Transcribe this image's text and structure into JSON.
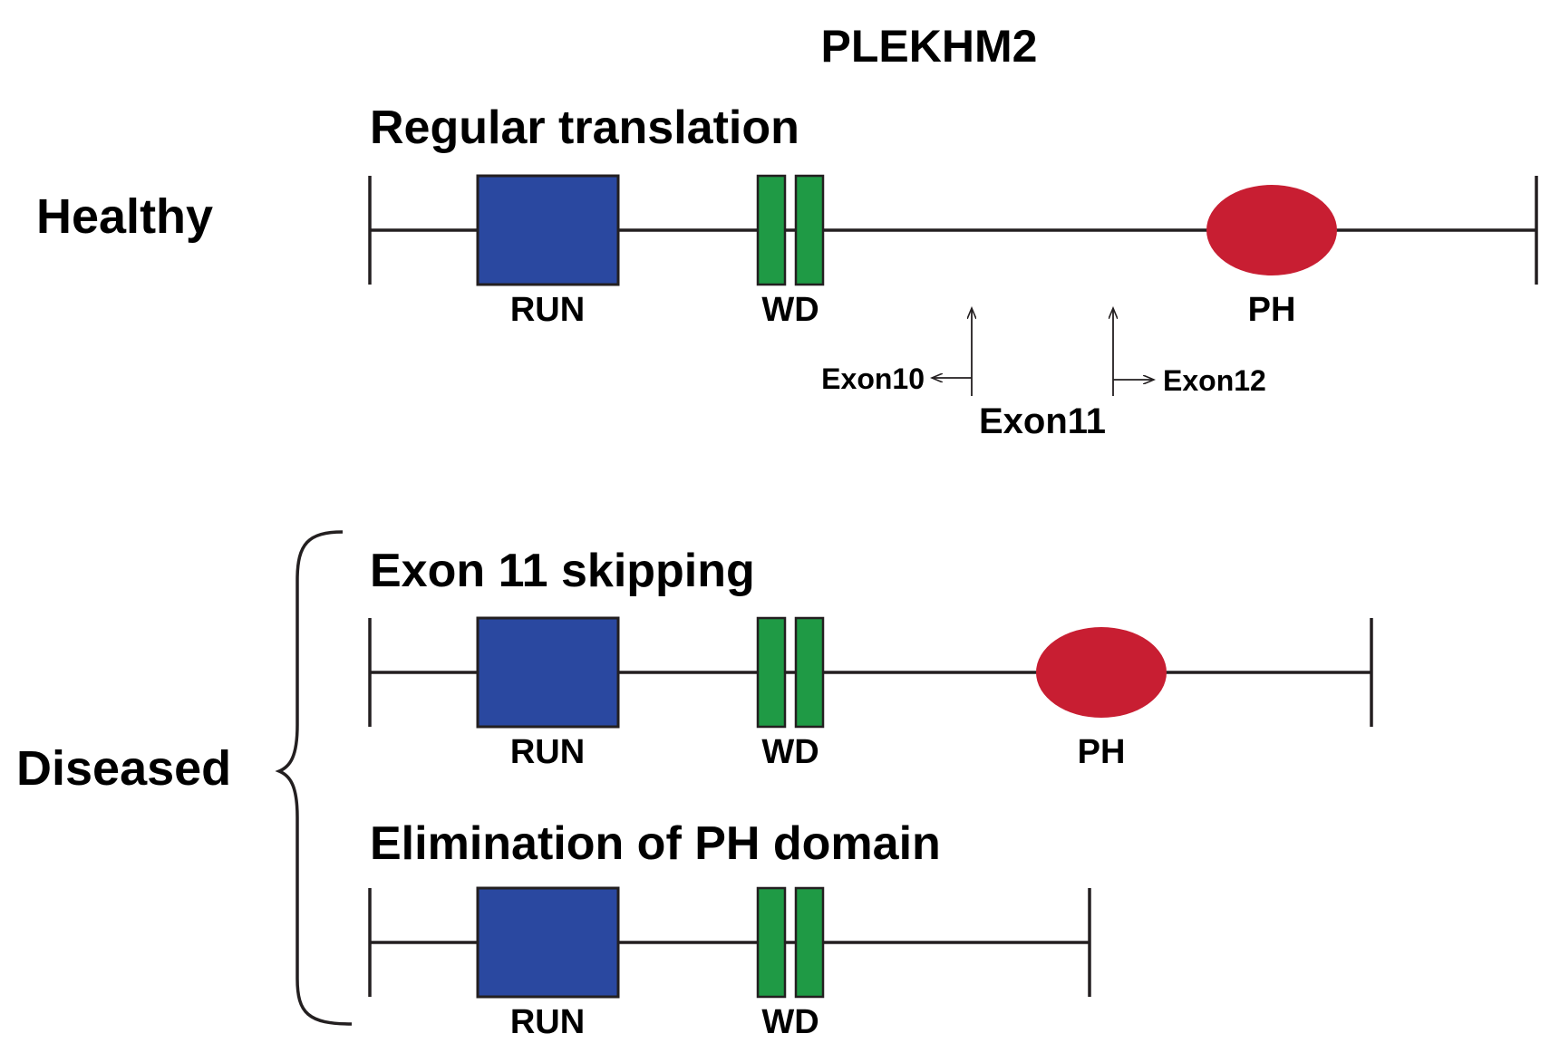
{
  "title": "PLEKHM2",
  "colors": {
    "run": "#2a48a0",
    "wd": "#1f9a45",
    "ph": "#c81e32",
    "ink": "#231f20"
  },
  "groups": {
    "healthy": "Healthy",
    "diseased": "Diseased"
  },
  "domains": {
    "run": "RUN",
    "wd": "WD",
    "ph": "PH"
  },
  "tracks": [
    {
      "heading": "Regular translation",
      "domains": [
        "RUN",
        "WD",
        "PH"
      ]
    },
    {
      "heading": "Exon 11 skipping",
      "domains": [
        "RUN",
        "WD",
        "PH"
      ]
    },
    {
      "heading": "Elimination of PH domain",
      "domains": [
        "RUN",
        "WD"
      ]
    }
  ],
  "exons": {
    "left": "Exon10",
    "center": "Exon11",
    "right": "Exon12"
  }
}
